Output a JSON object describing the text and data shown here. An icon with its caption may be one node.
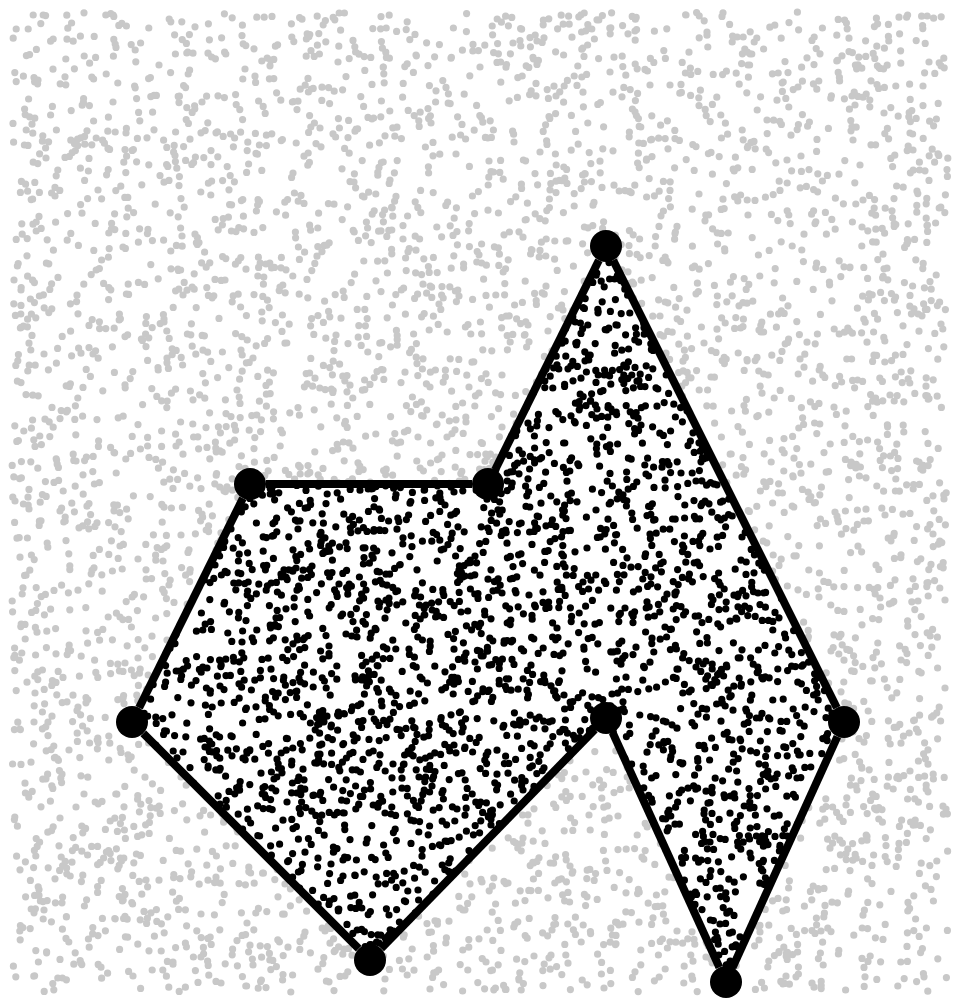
{
  "diagram": {
    "nodes": [
      {
        "text": [],
        "shape": "circle"
      },
      {
        "text": [],
        "shape": "circle"
      },
      {
        "text": [],
        "shape": "circle"
      },
      {
        "text": [],
        "shape": "circle"
      },
      {
        "text": [],
        "shape": "circle"
      },
      {
        "text": [],
        "shape": "circle"
      },
      {
        "text": [],
        "shape": "circle"
      },
      {
        "text": [],
        "shape": "circle"
      }
    ],
    "edges": [
      {
        "from": 0,
        "to": 1,
        "arrow": "none"
      },
      {
        "from": 1,
        "to": 3,
        "arrow": "none"
      },
      {
        "from": 3,
        "to": 4,
        "arrow": "none"
      },
      {
        "from": 4,
        "to": 7,
        "arrow": "none"
      },
      {
        "from": 7,
        "to": 6,
        "arrow": "none"
      },
      {
        "from": 6,
        "to": 5,
        "arrow": "none"
      },
      {
        "from": 5,
        "to": 2,
        "arrow": "none"
      },
      {
        "from": 2,
        "to": 0,
        "arrow": "none"
      }
    ]
  }
}
